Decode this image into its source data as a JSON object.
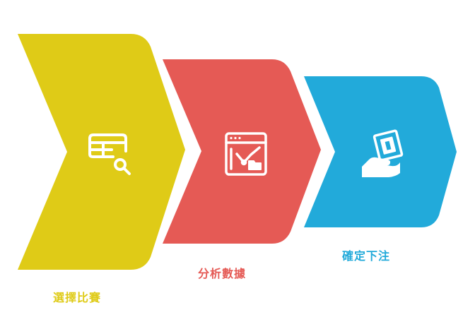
{
  "steps": [
    {
      "label": "選擇比賽",
      "color": "#DFCB17",
      "icon": "table-search-icon"
    },
    {
      "label": "分析數據",
      "color": "#E55A55",
      "icon": "browser-chart-icon"
    },
    {
      "label": "確定下注",
      "color": "#22AADA",
      "icon": "hand-ticket-icon"
    }
  ],
  "icon_color": "#ffffff"
}
